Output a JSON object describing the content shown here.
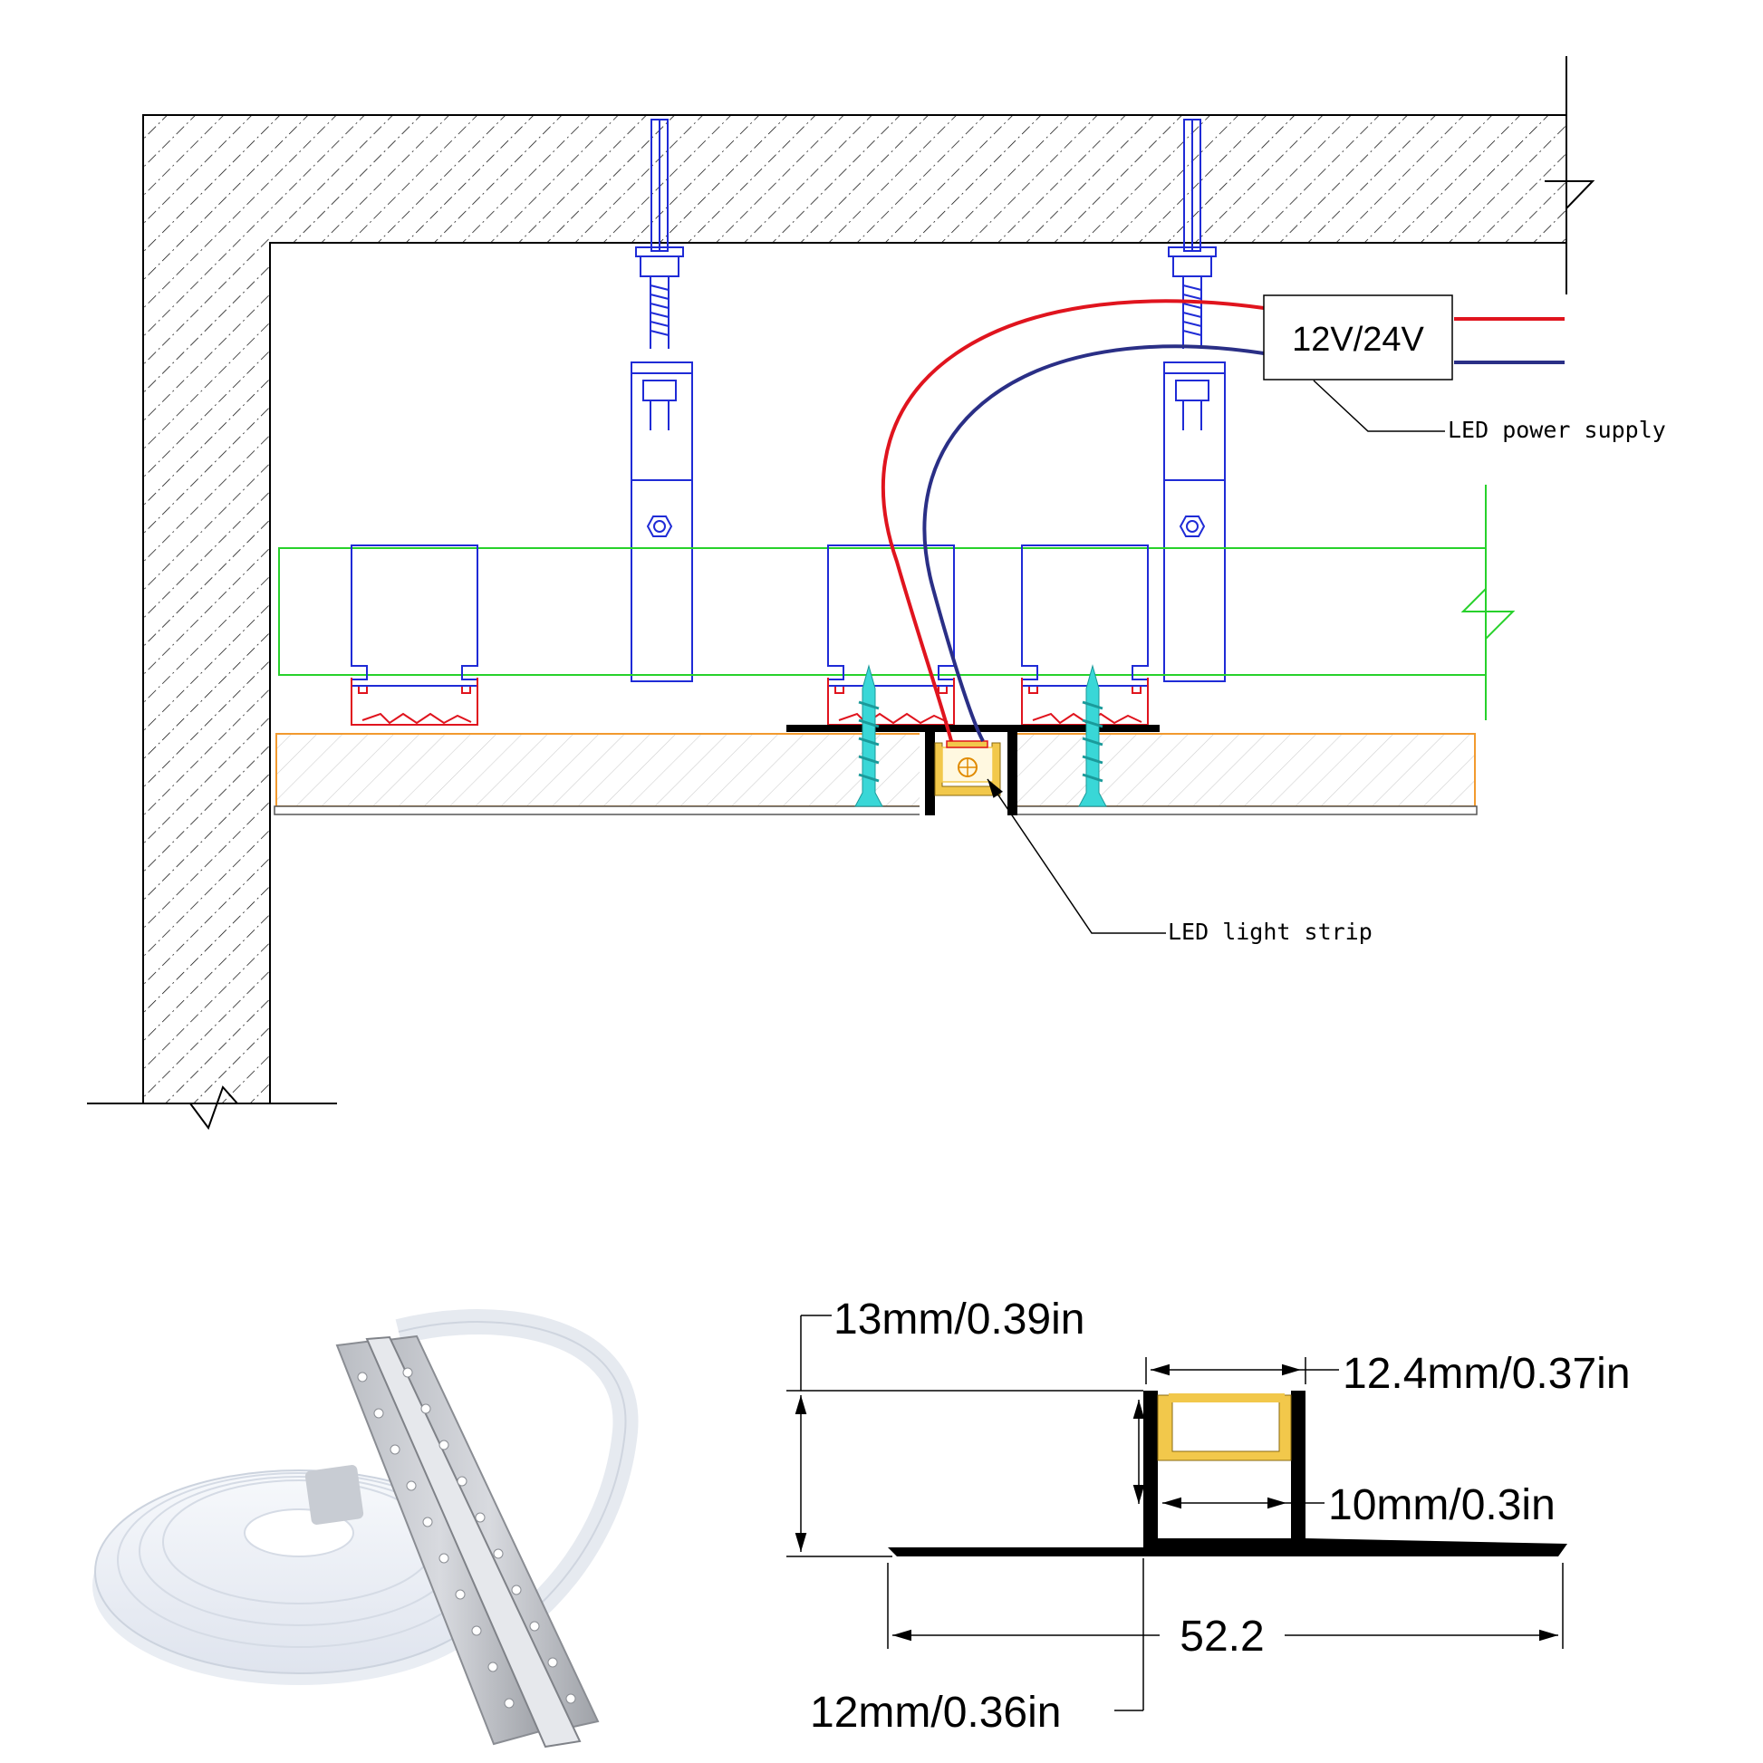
{
  "installation": {
    "power_supply_voltage": "12V/24V",
    "power_supply_label": "LED power supply",
    "strip_label": "LED light strip"
  },
  "profile": {
    "height": "13mm/0.39in",
    "opening_width": "12.4mm/0.37in",
    "inner_width": "10mm/0.3in",
    "total_width": "52.2",
    "channel_width": "12mm/0.36in"
  },
  "colors": {
    "wire_positive": "#e0141e",
    "wire_negative": "#2a2f86",
    "bracket": "#1f2bd6",
    "batten": "#27d12b",
    "board": "#f29a2e",
    "screw": "#39d7d7",
    "diffuser": "#f2c84b"
  }
}
